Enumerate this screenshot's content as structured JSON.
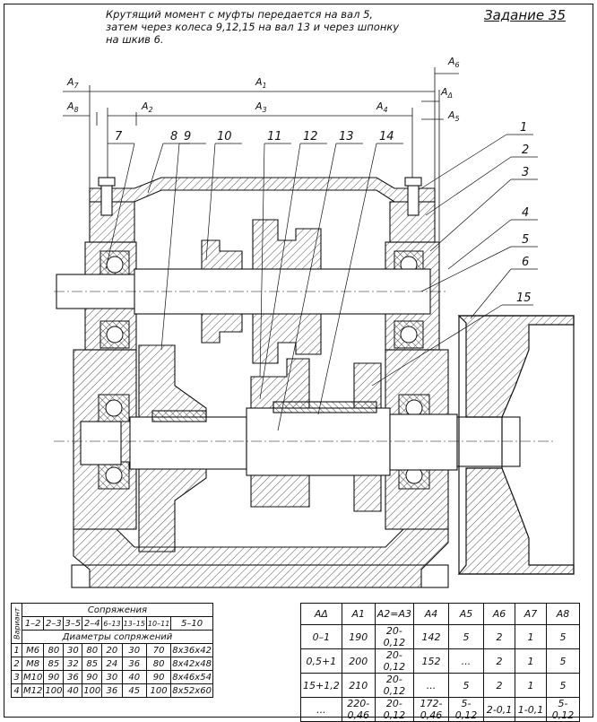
{
  "task": {
    "title": "Задание 35",
    "lines": [
      "Крутящий момент с муфты передается на вал 5,",
      "затем через колеса 9,12,15 на вал 13 и через шпонку",
      "на шкив 6."
    ]
  },
  "part_labels": [
    "1",
    "2",
    "3",
    "4",
    "5",
    "6",
    "7",
    "8",
    "9",
    "10",
    "11",
    "12",
    "13",
    "14",
    "15"
  ],
  "dimension_labels": {
    "A1": "A",
    "A1_sub": "1",
    "A2": "A",
    "A2_sub": "2",
    "A3": "A",
    "A3_sub": "3",
    "A4": "A",
    "A4_sub": "4",
    "A5": "A",
    "A5_sub": "5",
    "A6": "A",
    "A6_sub": "6",
    "A7": "A",
    "A7_sub": "7",
    "A8": "A",
    "A8_sub": "8",
    "AD": "A",
    "AD_sub": "Δ"
  },
  "table_fits": {
    "title": "Сопряжения",
    "variant_header": "Вариант",
    "columns": [
      "1–2",
      "2–3",
      "3–5",
      "2–4",
      "6–13",
      "13–15",
      "10–11",
      "5–10"
    ],
    "subtitle": "Диаметры сопряжений",
    "rows": [
      [
        "1",
        "М6",
        "80",
        "30",
        "80",
        "20",
        "30",
        "70",
        "8x36x42"
      ],
      [
        "2",
        "М8",
        "85",
        "32",
        "85",
        "24",
        "36",
        "80",
        "8x42x48"
      ],
      [
        "3",
        "М10",
        "90",
        "36",
        "90",
        "30",
        "40",
        "90",
        "8x46x54"
      ],
      [
        "4",
        "М12",
        "100",
        "40",
        "100",
        "36",
        "45",
        "100",
        "8x52x60"
      ]
    ]
  },
  "table_dims": {
    "headers": [
      "AΔ",
      "A1",
      "A2=A3",
      "A4",
      "A5",
      "A6",
      "A7",
      "A8"
    ],
    "rows": [
      [
        "0–1",
        "190",
        "20-0,12",
        "142",
        "5",
        "2",
        "1",
        "5"
      ],
      [
        "0,5+1",
        "200",
        "20-0,12",
        "152",
        "...",
        "2",
        "1",
        "5"
      ],
      [
        "15+1,2",
        "210",
        "20-0,12",
        "...",
        "5",
        "2",
        "1",
        "5"
      ],
      [
        "...",
        "220-0,46",
        "20-0,12",
        "172-0,46",
        "5-0,12",
        "2-0,1",
        "1-0,1",
        "5-0,12"
      ]
    ]
  }
}
